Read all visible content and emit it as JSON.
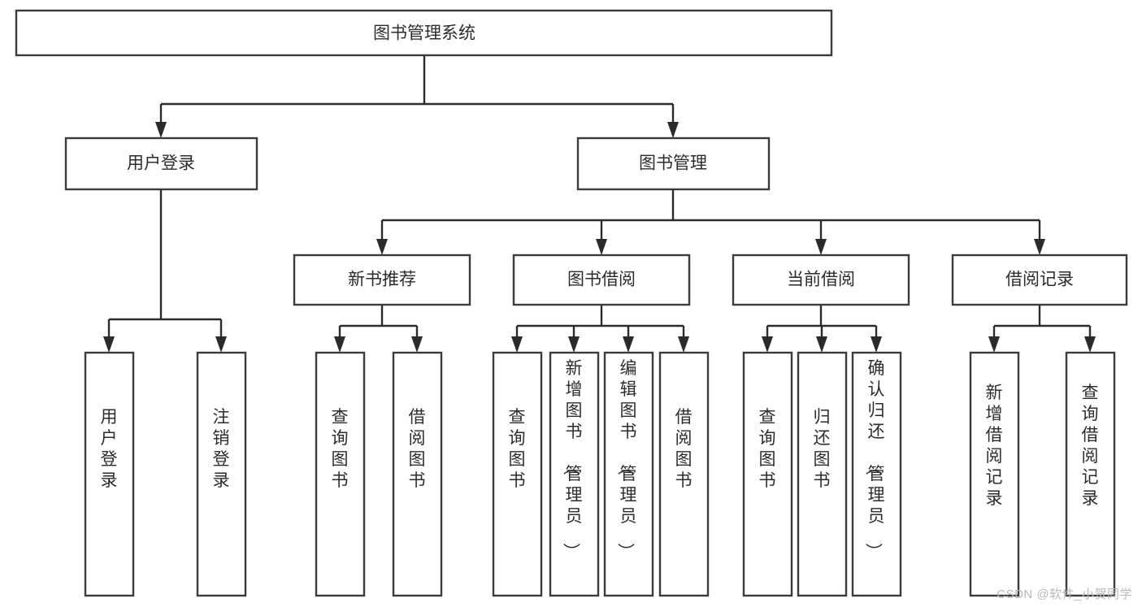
{
  "diagram": {
    "type": "tree-hierarchy",
    "title": "图书管理系统",
    "orientation": "top-down",
    "colors": {
      "box_stroke": "#3b3b3b",
      "box_fill": "#ffffff",
      "connector": "#2b2b2b",
      "text": "#2c2c2c",
      "background": "#ffffff",
      "watermark": "#b9b9b9"
    },
    "levels": {
      "root": {
        "label": "图书管理系统"
      },
      "level2": [
        {
          "label": "用户登录"
        },
        {
          "label": "图书管理"
        }
      ],
      "level3": [
        {
          "label": "新书推荐"
        },
        {
          "label": "图书借阅"
        },
        {
          "label": "当前借阅"
        },
        {
          "label": "借阅记录"
        }
      ],
      "leaves": [
        {
          "label": "用户登录",
          "parent": "用户登录"
        },
        {
          "label": "注销登录",
          "parent": "用户登录"
        },
        {
          "label": "查询图书",
          "parent": "新书推荐"
        },
        {
          "label": "借阅图书",
          "parent": "新书推荐"
        },
        {
          "label": "查询图书",
          "parent": "图书借阅"
        },
        {
          "label": "新增图书（管理员）",
          "parent": "图书借阅"
        },
        {
          "label": "编辑图书（管理员）",
          "parent": "图书借阅"
        },
        {
          "label": "借阅图书",
          "parent": "图书借阅"
        },
        {
          "label": "查询图书",
          "parent": "当前借阅"
        },
        {
          "label": "归还图书",
          "parent": "当前借阅"
        },
        {
          "label": "确认归还（管理员）",
          "parent": "当前借阅"
        },
        {
          "label": "新增借阅记录",
          "parent": "借阅记录"
        },
        {
          "label": "查询借阅记录",
          "parent": "借阅记录"
        }
      ]
    }
  },
  "watermark": {
    "text": "CSDN @软件_小贺同学"
  }
}
